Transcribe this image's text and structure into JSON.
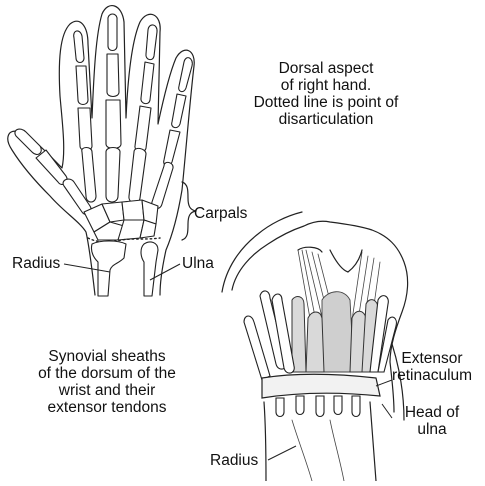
{
  "captions": {
    "hand": [
      "Dorsal aspect",
      "of right hand.",
      "Dotted line is point of",
      "disarticulation"
    ],
    "wrist": [
      "Synovial sheaths",
      "of the dorsum of the",
      "wrist and their",
      "extensor tendons"
    ]
  },
  "labels": {
    "carpals": "Carpals",
    "radius_hand": "Radius",
    "ulna": "Ulna",
    "extensor": [
      "Extensor",
      "retinaculum"
    ],
    "head_ulna": [
      "Head of",
      "ulna"
    ],
    "radius_wrist": "Radius"
  }
}
